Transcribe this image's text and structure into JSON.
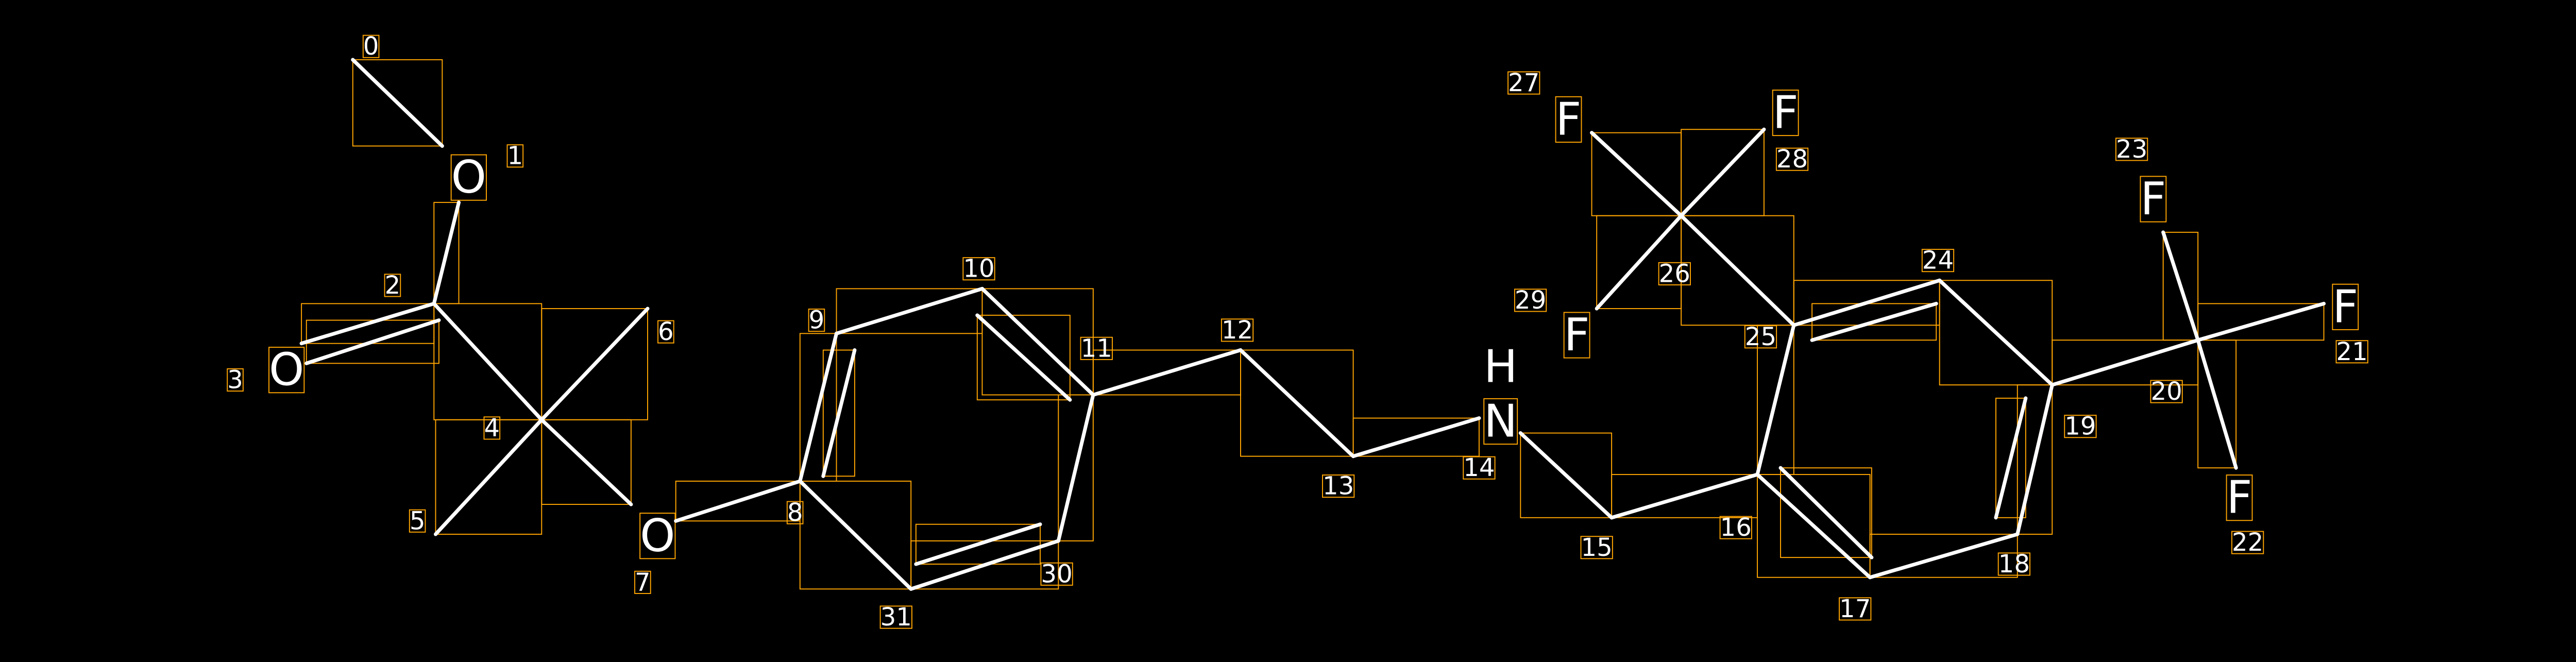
{
  "colors": {
    "background": "#000000",
    "bond": "#ffffff",
    "annotation_box": "#FFA500"
  },
  "atoms": [
    {
      "index": "0",
      "element": ""
    },
    {
      "index": "1",
      "element": "O"
    },
    {
      "index": "2",
      "element": ""
    },
    {
      "index": "3",
      "element": "O"
    },
    {
      "index": "4",
      "element": ""
    },
    {
      "index": "5",
      "element": ""
    },
    {
      "index": "6",
      "element": ""
    },
    {
      "index": "7",
      "element": "O"
    },
    {
      "index": "8",
      "element": ""
    },
    {
      "index": "9",
      "element": ""
    },
    {
      "index": "10",
      "element": ""
    },
    {
      "index": "11",
      "element": ""
    },
    {
      "index": "12",
      "element": ""
    },
    {
      "index": "13",
      "element": ""
    },
    {
      "index": "14",
      "element": "N"
    },
    {
      "index": "15",
      "element": ""
    },
    {
      "index": "16",
      "element": ""
    },
    {
      "index": "17",
      "element": ""
    },
    {
      "index": "18",
      "element": ""
    },
    {
      "index": "19",
      "element": ""
    },
    {
      "index": "20",
      "element": ""
    },
    {
      "index": "21",
      "element": "F"
    },
    {
      "index": "22",
      "element": "F"
    },
    {
      "index": "23",
      "element": "F"
    },
    {
      "index": "24",
      "element": ""
    },
    {
      "index": "25",
      "element": ""
    },
    {
      "index": "26",
      "element": ""
    },
    {
      "index": "27",
      "element": "F"
    },
    {
      "index": "28",
      "element": "F"
    },
    {
      "index": "29",
      "element": "F"
    },
    {
      "index": "30",
      "element": ""
    },
    {
      "index": "31",
      "element": ""
    }
  ],
  "hydrogen_label": "H"
}
